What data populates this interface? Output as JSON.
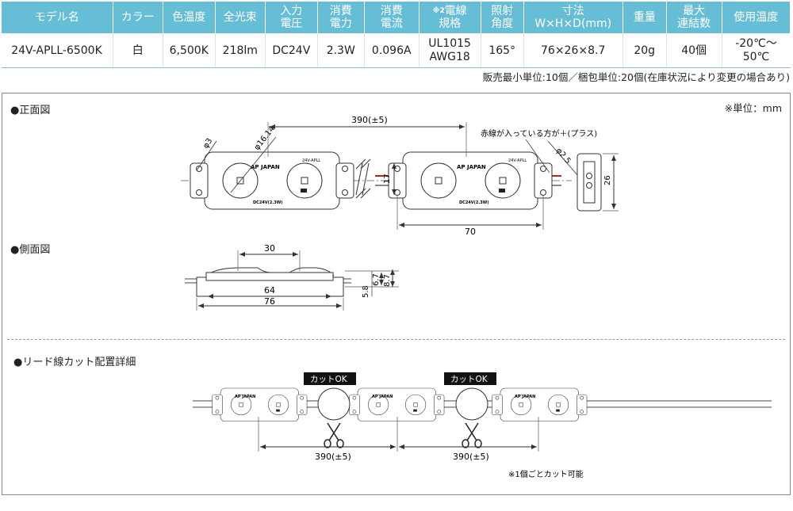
{
  "spec_table": {
    "headers": [
      {
        "key": "model",
        "l1": "モデル名",
        "l2": ""
      },
      {
        "key": "color",
        "l1": "カラー",
        "l2": ""
      },
      {
        "key": "temp",
        "l1": "色温度",
        "l2": ""
      },
      {
        "key": "flux",
        "l1": "全光束",
        "l2": ""
      },
      {
        "key": "vin",
        "l1": "入力",
        "l2": "電圧"
      },
      {
        "key": "power",
        "l1": "消費",
        "l2": "電力"
      },
      {
        "key": "current",
        "l1": "消費",
        "l2": "電流"
      },
      {
        "key": "wire",
        "sup": "※2",
        "l1": "電線",
        "l2": "規格"
      },
      {
        "key": "angle",
        "l1": "照射",
        "l2": "角度"
      },
      {
        "key": "dims",
        "l1": "寸法",
        "l2": "W×H×D(mm)"
      },
      {
        "key": "weight",
        "l1": "重量",
        "l2": ""
      },
      {
        "key": "maxconn",
        "l1": "最大",
        "l2": "連結数"
      },
      {
        "key": "optemp",
        "l1": "使用温度",
        "l2": ""
      }
    ],
    "row": {
      "model": "24V-APLL-6500K",
      "color": "白",
      "temp": "6,500K",
      "flux": "218lm",
      "vin": "DC24V",
      "power": "2.3W",
      "current": "0.096A",
      "wire_l1": "UL1015",
      "wire_l2": "AWG18",
      "angle": "165°",
      "dims": "76×26×8.7",
      "weight": "20g",
      "maxconn": "40個",
      "optemp": "-20℃〜50℃"
    }
  },
  "sales_note": "販売最小単位:10個／梱包単位:20個(在庫状況により変更の場合あり)",
  "unit_note": "※単位：mm",
  "sections": {
    "front": "●正面図",
    "side": "●側面図",
    "cut": "●リード線カット配置詳細"
  },
  "labels": {
    "pitch": "390(±5)",
    "red_wire": "赤線が入っている方が＋(プラス)",
    "dia3": "φ3",
    "dia16": "φ16.14",
    "dia2_5": "φ2.5",
    "h17": "17",
    "w70": "70",
    "h26": "26",
    "brand": "AP JAPAN",
    "model_small": "24V-APLL",
    "rating": "DC24V(2.3W)",
    "w30": "30",
    "w64": "64",
    "w76": "76",
    "h5_8": "5.8",
    "h6_7": "6.7",
    "h8_7": "8.7",
    "cut_ok": "カットOK",
    "cut_note": "※1個ごとカット可能"
  }
}
